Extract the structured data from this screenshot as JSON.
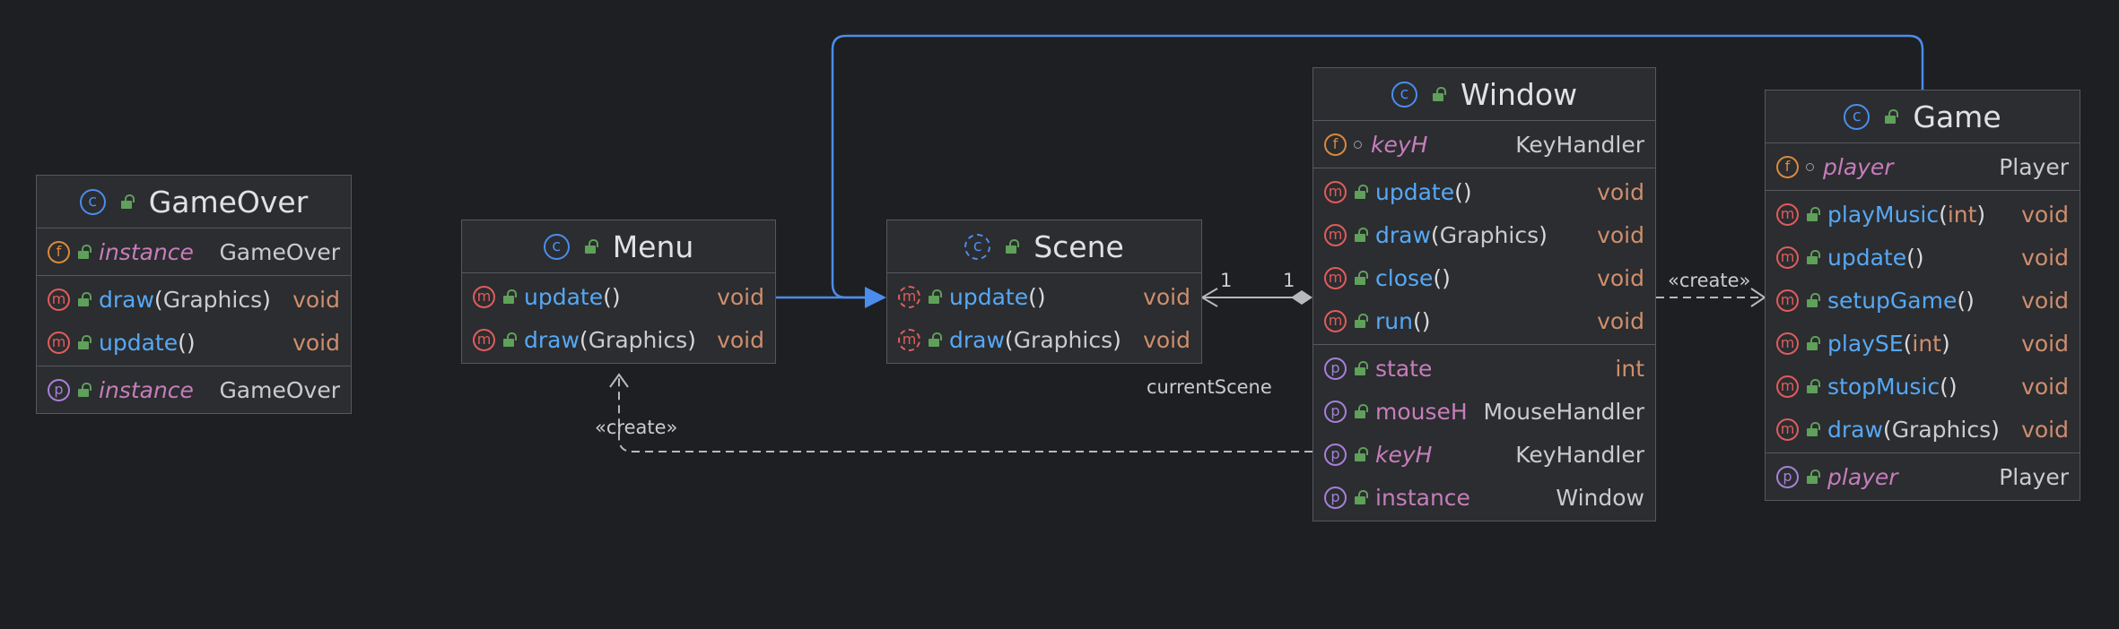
{
  "classes": {
    "gameover": {
      "name": "GameOver",
      "fields": [
        {
          "name": "instance",
          "type": "GameOver"
        }
      ],
      "methods": [
        {
          "name": "draw",
          "params": "Graphics",
          "type": "void"
        },
        {
          "name": "update",
          "params": "",
          "type": "void"
        }
      ],
      "properties": [
        {
          "name": "instance",
          "type": "GameOver"
        }
      ]
    },
    "menu": {
      "name": "Menu",
      "methods": [
        {
          "name": "update",
          "params": "",
          "type": "void"
        },
        {
          "name": "draw",
          "params": "Graphics",
          "type": "void"
        }
      ]
    },
    "scene": {
      "name": "Scene",
      "methods": [
        {
          "name": "update",
          "params": "",
          "type": "void"
        },
        {
          "name": "draw",
          "params": "Graphics",
          "type": "void"
        }
      ]
    },
    "window": {
      "name": "Window",
      "fields": [
        {
          "name": "keyH",
          "type": "KeyHandler"
        }
      ],
      "methods": [
        {
          "name": "update",
          "params": "",
          "type": "void"
        },
        {
          "name": "draw",
          "params": "Graphics",
          "type": "void"
        },
        {
          "name": "close",
          "params": "",
          "type": "void"
        },
        {
          "name": "run",
          "params": "",
          "type": "void"
        }
      ],
      "properties": [
        {
          "name": "state",
          "type": "int"
        },
        {
          "name": "mouseH",
          "type": "MouseHandler"
        },
        {
          "name": "keyH",
          "type": "KeyHandler"
        },
        {
          "name": "instance",
          "type": "Window"
        }
      ]
    },
    "game": {
      "name": "Game",
      "fields": [
        {
          "name": "player",
          "type": "Player"
        }
      ],
      "methods": [
        {
          "name": "playMusic",
          "params": "int",
          "type": "void"
        },
        {
          "name": "update",
          "params": "",
          "type": "void"
        },
        {
          "name": "setupGame",
          "params": "",
          "type": "void"
        },
        {
          "name": "playSE",
          "params": "int",
          "type": "void"
        },
        {
          "name": "stopMusic",
          "params": "",
          "type": "void"
        },
        {
          "name": "draw",
          "params": "Graphics",
          "type": "void"
        }
      ],
      "properties": [
        {
          "name": "player",
          "type": "Player"
        }
      ]
    }
  },
  "edges": {
    "window_scene_mult_scene": "1",
    "window_scene_mult_window": "1",
    "window_scene_role": "currentScene",
    "window_game_label": "«create»",
    "window_menu_label": "«create»"
  },
  "colors": {
    "background": "#1e1f22",
    "inheritance": "#4b8dec",
    "dependency": "#b7b9bd",
    "method": "#56a8f5",
    "field": "#c77dbb",
    "type_void": "#cf8e6d"
  }
}
